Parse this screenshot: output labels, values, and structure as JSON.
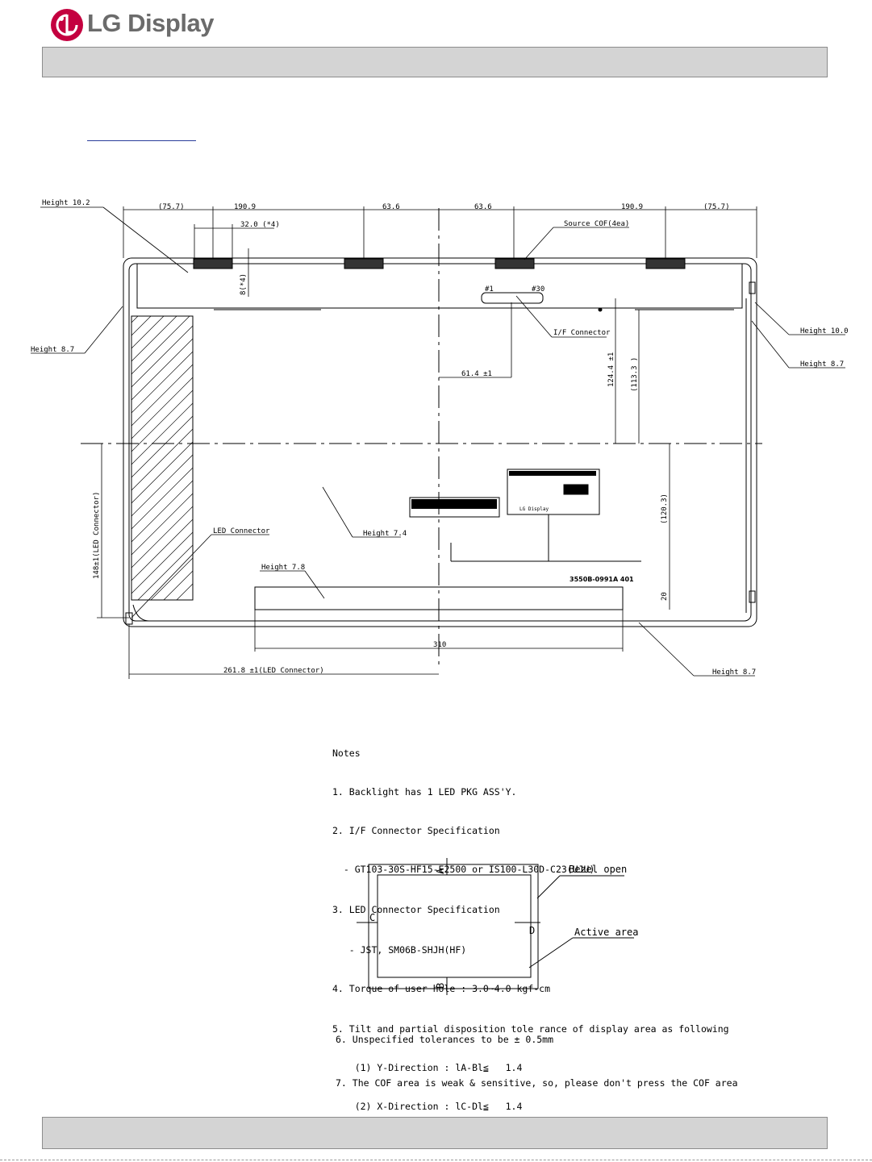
{
  "header": {
    "logo_text": "LG Display",
    "brand_color": "#c4003f"
  },
  "drawing": {
    "dims_top": {
      "d1": "(75.7)",
      "d2": "190.9",
      "d3": "63.6",
      "d4": "63.6",
      "d5": "190.9",
      "d6": "(75.7)",
      "cof_width": "32.0 (*4)",
      "cof_height": "8(*4)"
    },
    "labels": {
      "height_10_2": "Height 10.2",
      "height_8_7_left": "Height 8.7",
      "source_cof": "Source COF(4ea)",
      "pin_1": "#1",
      "pin_30": "#30",
      "if_connector": "I/F Connector",
      "height_10_0": "Height 10.0",
      "height_8_7_right": "Height 8.7",
      "dim_61_4": "61.4 ±1",
      "dim_124_4": "124.4 ±1",
      "dim_113_3": "(113.3 )",
      "dim_120_3": "(120.3)",
      "dim_148": "148±1(LED Connector)",
      "led_connector": "LED Connector",
      "height_7_4": "Height 7.4",
      "height_7_8": "Height 7.8",
      "part_number": "3550B-0991A  401",
      "dim_20": "20",
      "dim_310": "310",
      "dim_261_8": "261.8 ±1(LED Connector)",
      "height_8_7_bottom": "Height 8.7",
      "label_brand": "LG Display"
    }
  },
  "notes": {
    "title": "Notes",
    "n1": "1. Backlight has 1 LED PKG ASS'Y.",
    "n2": "2. I/F Connector Specification",
    "n2a": "  - GT103-30S-HF15-E2500 or IS100-L30D-C23(UJU)",
    "n3": "3. LED Connector Specification",
    "n3a": "   - JST, SM06B-SHJH(HF)",
    "n4": "4. Torque of user hole : 3.0~4.0 kgf-cm",
    "n5": "5. Tilt and partial disposition tole rance of display area as following",
    "n5a": "    (1) Y-Direction : lA-Bl≦   1.4",
    "n5b": "    (2) X-Direction : lC-Dl≦   1.4",
    "n6": "6. Unspecified tolerances to be ± 0.5mm",
    "n7": "7. The COF area is weak & sensitive, so, please don't press the COF area"
  },
  "inset": {
    "bezel_open": "Bezel open",
    "active_area": "Active area",
    "a": "A",
    "b": "B",
    "c": "C",
    "d": "D"
  }
}
